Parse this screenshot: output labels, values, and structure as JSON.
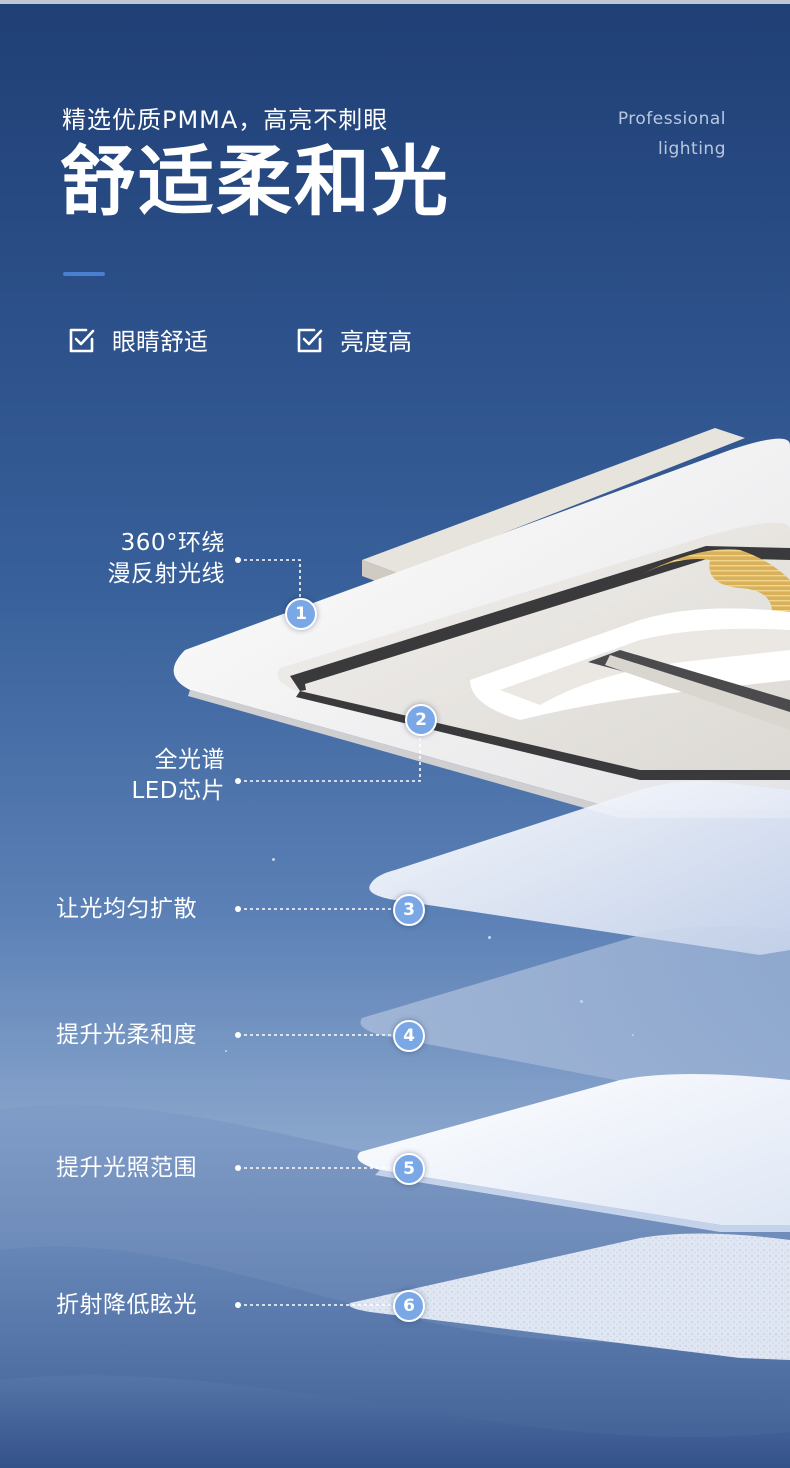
{
  "header": {
    "subtitle": "精选优质PMMA，高亮不刺眼",
    "title": "舒适柔和光",
    "tagline_line1": "Professional",
    "tagline_line2": "lighting"
  },
  "features": [
    {
      "label": "眼睛舒适",
      "icon": "check-box-icon"
    },
    {
      "label": "亮度高",
      "icon": "check-box-icon"
    }
  ],
  "layers": [
    {
      "number": "1",
      "label_line1": "360°环绕",
      "label_line2": "漫反射光线"
    },
    {
      "number": "2",
      "label_line1": "全光谱",
      "label_line2": "LED芯片"
    },
    {
      "number": "3",
      "label": "让光均匀扩散"
    },
    {
      "number": "4",
      "label": "提升光柔和度"
    },
    {
      "number": "5",
      "label": "提升光照范围"
    },
    {
      "number": "6",
      "label": "折射降低眩光"
    }
  ],
  "colors": {
    "background_top": "#1f3f75",
    "background_bottom": "#4f6ea1",
    "accent": "#4a7fd0",
    "badge": "#7aa7e6"
  }
}
